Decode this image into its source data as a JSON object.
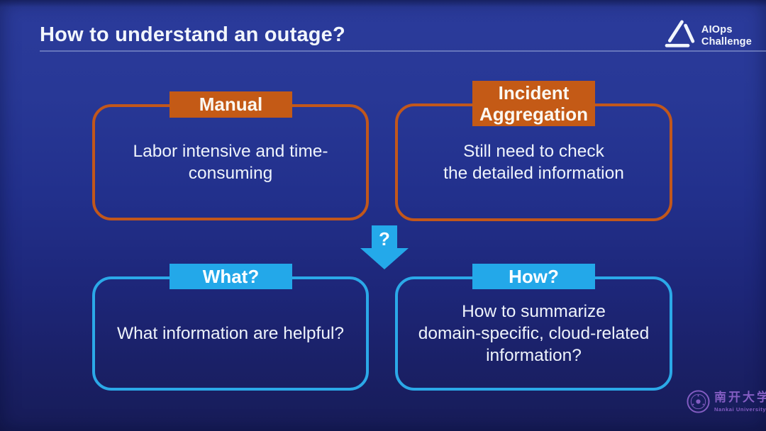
{
  "header": {
    "title": "How to understand an outage?",
    "logo": {
      "name": "AIOps Challenge",
      "line1": "AIOps",
      "line2": "Challenge"
    }
  },
  "boxes": [
    {
      "id": "manual",
      "accent": "orange",
      "tab": "Manual",
      "body": "Labor intensive and time-\nconsuming"
    },
    {
      "id": "incident-aggregation",
      "accent": "orange",
      "tab": "Incident\nAggregation",
      "body": "Still need to check\nthe detailed information"
    },
    {
      "id": "what",
      "accent": "blue",
      "tab": "What?",
      "body": "What information are helpful?"
    },
    {
      "id": "how",
      "accent": "blue",
      "tab": "How?",
      "body": "How to summarize\ndomain-specific, cloud-related\ninformation?"
    }
  ],
  "arrow": {
    "label": "?",
    "direction": "down"
  },
  "watermark": {
    "chinese": "南开大学",
    "english": "Nankai University"
  },
  "colors": {
    "orange": "#c45a16",
    "blue": "#23a8e9",
    "background_top": "#2b3b9b",
    "background_bottom": "#171c58",
    "text": "#f2f6fc",
    "watermark_purple": "#8e63cc"
  }
}
